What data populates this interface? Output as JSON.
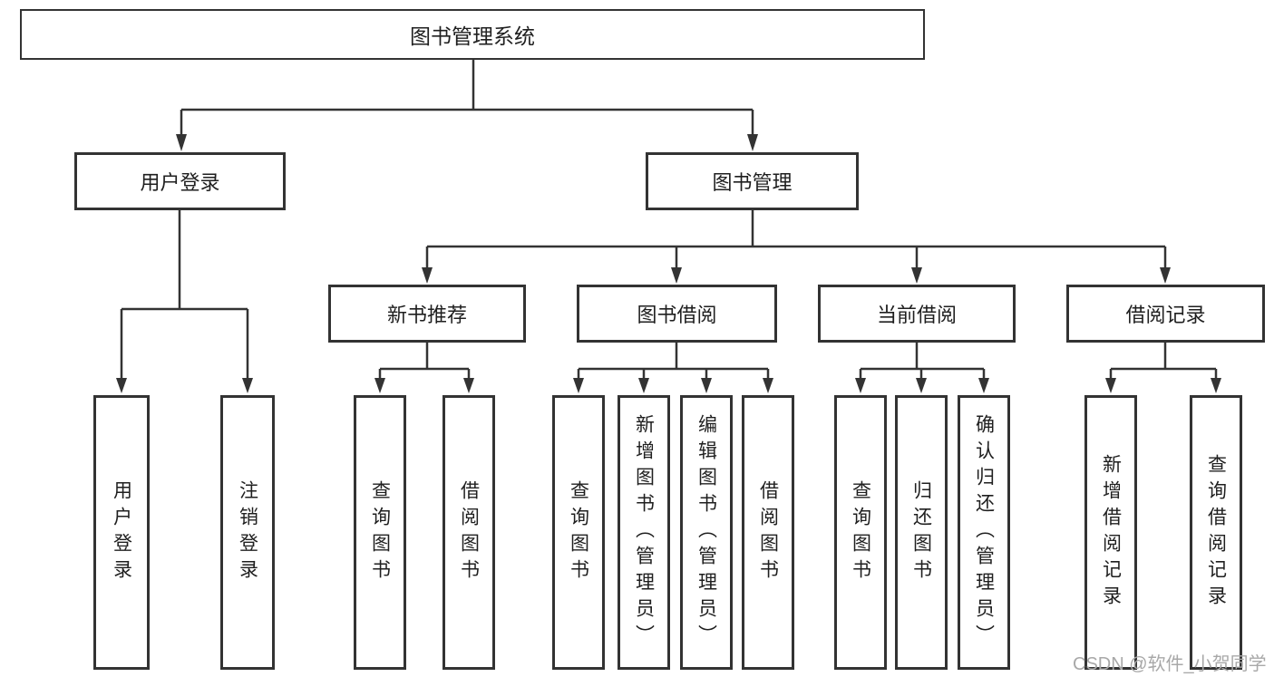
{
  "labels": {
    "root": "图书管理系统",
    "user_login": "用户登录",
    "book_mgmt": "图书管理",
    "new_book": "新书推荐",
    "borrow": "图书借阅",
    "current": "当前借阅",
    "records": "借阅记录",
    "leaf_user_login": "用户登录",
    "leaf_logout": "注销登录",
    "leaf_nb_query": "查询图书",
    "leaf_nb_borrow": "借阅图书",
    "leaf_b_query": "查询图书",
    "leaf_b_add": "新增图书（管理员）",
    "leaf_b_edit": "编辑图书（管理员）",
    "leaf_b_borrow": "借阅图书",
    "leaf_c_query": "查询图书",
    "leaf_c_return": "归还图书",
    "leaf_c_confirm": "确认归还（管理员）",
    "leaf_r_add": "新增借阅记录",
    "leaf_r_query": "查询借阅记录"
  },
  "watermark": "CSDN @软件_小贺同学",
  "colors": {
    "line": "#333333",
    "text": "#1f1f1f",
    "watermark": "#a8a8a8",
    "background": "#ffffff"
  }
}
